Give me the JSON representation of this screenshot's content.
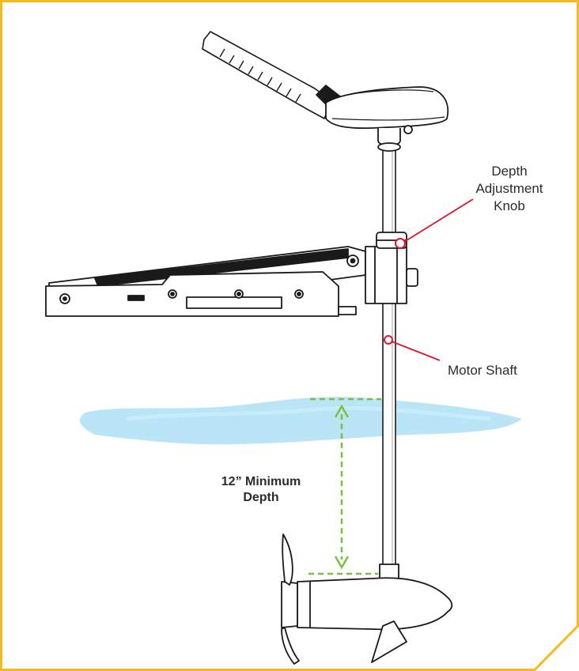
{
  "labels": {
    "depth_knob": [
      "Depth",
      "Adjustment",
      "Knob"
    ],
    "motor_shaft": "Motor Shaft",
    "min_depth": [
      "12” Minimum",
      "Depth"
    ]
  },
  "colors": {
    "frame": "#f6b91f",
    "callout": "#e0142b",
    "dimension": "#7cbf3f",
    "water": "#aee0f6",
    "line": "#1a1a1a"
  },
  "icons": [
    "trolling-motor-diagram"
  ]
}
